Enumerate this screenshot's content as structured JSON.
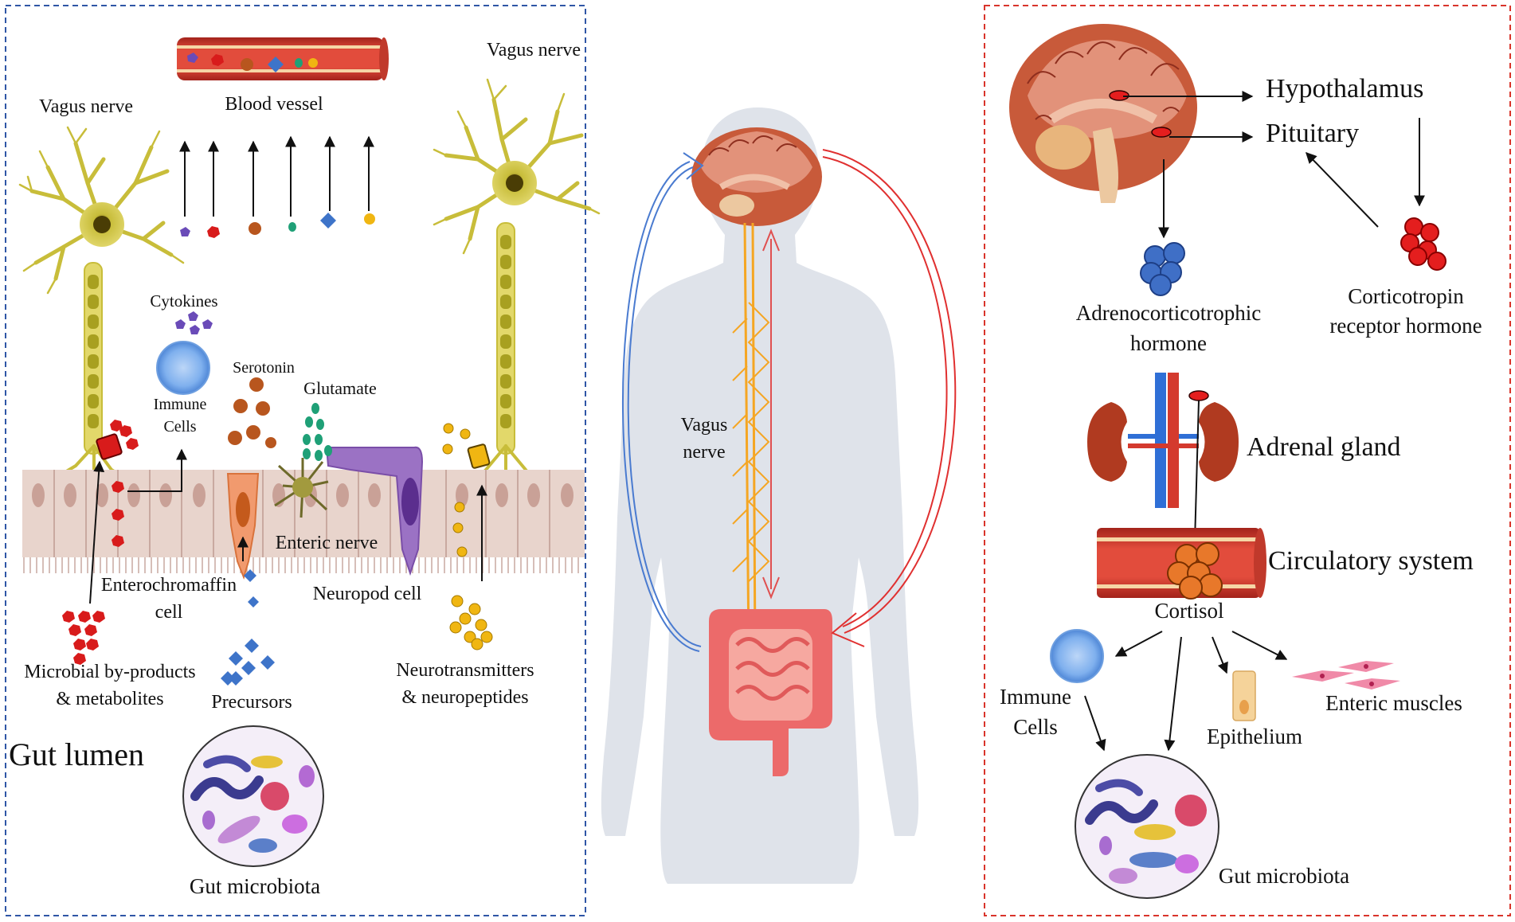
{
  "left_panel": {
    "blood_vessel": "Blood vessel",
    "vagus_nerve_left": "Vagus  nerve",
    "vagus_nerve_right": "Vagus  nerve",
    "cytokines": "Cytokines",
    "immune_cells_line1": "Immune",
    "immune_cells_line2": "Cells",
    "serotonin": "Serotonin",
    "glutamate": "Glutamate",
    "enteric_nerve": "Enteric  nerve",
    "enterochromaffin_line1": "Enterochromaffin",
    "enterochromaffin_line2": "cell",
    "neuropod_cell": "Neuropod cell",
    "microbial_line1": "Microbial  by-products",
    "microbial_line2": "& metabolites",
    "precursors": "Precursors",
    "neurotransmitters_line1": "Neurotransmitters",
    "neurotransmitters_line2": "& neuropeptides",
    "gut_lumen": "Gut lumen",
    "gut_microbiota": "Gut microbiota"
  },
  "center_panel": {
    "vagus_line1": "Vagus",
    "vagus_line2": "nerve"
  },
  "right_panel": {
    "hypothalamus": "Hypothalamus",
    "pituitary": "Pituitary",
    "acth_line1": "Adrenocorticotrophic",
    "acth_line2": "hormone",
    "crh_line1": "Corticotropin",
    "crh_line2": "receptor hormone",
    "adrenal_gland": "Adrenal gland",
    "circulatory_system": "Circulatory system",
    "cortisol": "Cortisol",
    "immune_line1": "Immune",
    "immune_line2": "Cells",
    "epithelium": "Epithelium",
    "enteric_muscles": "Enteric muscles",
    "gut_microbiota": "Gut microbiota"
  },
  "colors": {
    "left_border": "#2f56a6",
    "right_border": "#d9342b",
    "brain": "#c85a3a",
    "silhouette": "#dfe3ea",
    "epithelium": "#e8d4cc",
    "vessel": "#d63a2e",
    "neuron": "#c8bd3a",
    "acth": "#3f6fc6",
    "crh": "#e41e1e",
    "cortisol": "#e8782a",
    "serotonin": "#b8561e",
    "glutamate": "#1fa077",
    "precursors": "#3e74c9",
    "neurotransmitters": "#f0b612",
    "microbial": "#d81b1b"
  }
}
